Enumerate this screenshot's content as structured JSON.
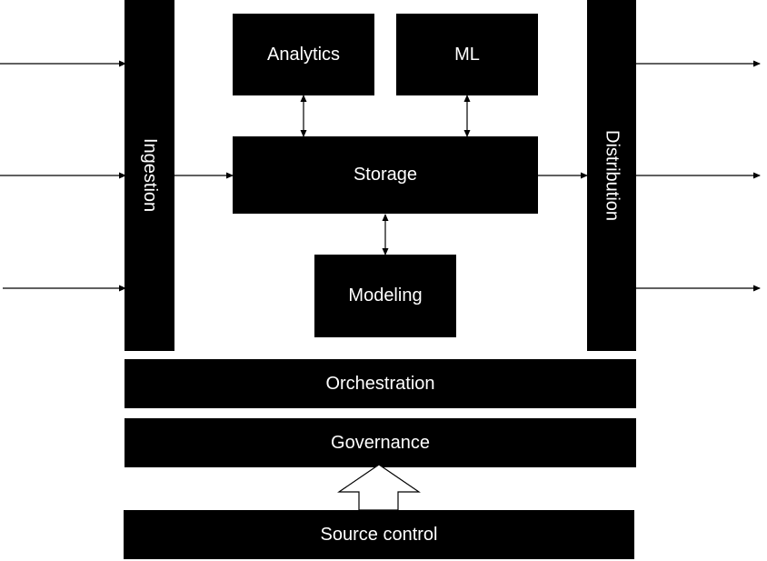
{
  "diagram": {
    "blocks": {
      "ingestion": "Ingestion",
      "distribution": "Distribution",
      "analytics": "Analytics",
      "ml": "ML",
      "storage": "Storage",
      "modeling": "Modeling",
      "orchestration": "Orchestration",
      "governance": "Governance",
      "source_control": "Source control"
    },
    "colors": {
      "block_fill": "#000000",
      "block_text": "#ffffff",
      "background": "#ffffff"
    }
  }
}
